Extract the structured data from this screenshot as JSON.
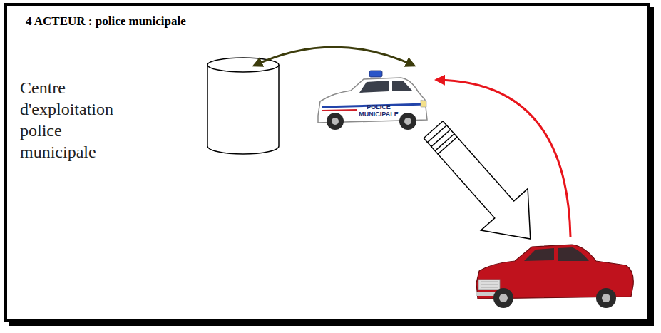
{
  "diagram": {
    "title": "4 ACTEUR : police municipale",
    "nodes": [
      {
        "text": [
          "Centre d'exploitation police municipale"
        ]
      },
      {
        "text": [
          "POLICE MUNICIPALE"
        ]
      },
      {
        "text": []
      }
    ],
    "edges": [
      {
        "from": 0,
        "to": 1,
        "arrow": "both"
      },
      {
        "from": 1,
        "to": 2,
        "arrow": "to"
      },
      {
        "from": 2,
        "to": 1,
        "arrow": "to"
      }
    ]
  }
}
